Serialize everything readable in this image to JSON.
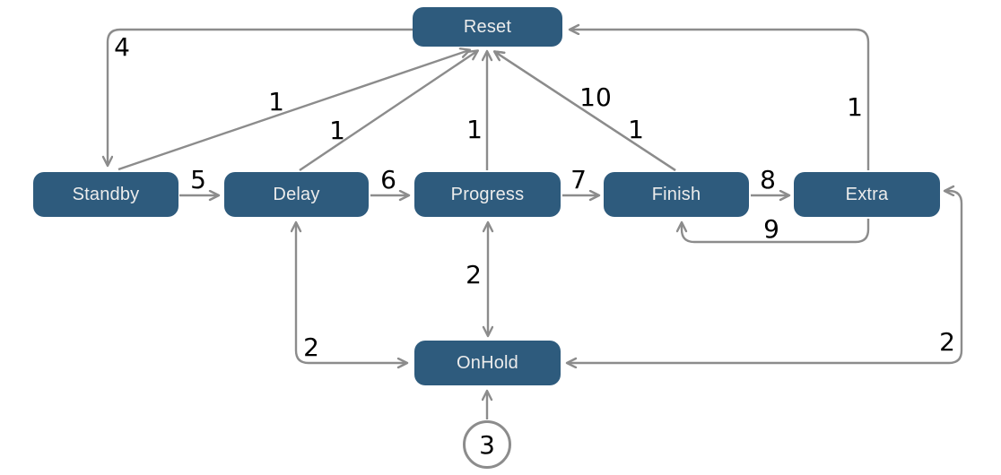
{
  "diagram": {
    "type": "state-machine",
    "background_color": "#ffffff",
    "node_fill_color": "#2e5b7d",
    "node_text_color": "#ececec",
    "edge_color": "#8c8c8c",
    "edge_label_color": "#000000",
    "nodes": [
      {
        "id": "reset",
        "label": "Reset"
      },
      {
        "id": "standby",
        "label": "Standby"
      },
      {
        "id": "delay",
        "label": "Delay"
      },
      {
        "id": "progress",
        "label": "Progress"
      },
      {
        "id": "finish",
        "label": "Finish"
      },
      {
        "id": "extra",
        "label": "Extra"
      },
      {
        "id": "onhold",
        "label": "OnHold"
      }
    ],
    "start_marker": {
      "label": "3",
      "to": "onhold"
    },
    "edges": [
      {
        "from": "reset",
        "to": "standby",
        "label": "4",
        "bidirectional": false
      },
      {
        "from": "standby",
        "to": "reset",
        "label": "1",
        "bidirectional": false
      },
      {
        "from": "standby",
        "to": "delay",
        "label": "5",
        "bidirectional": false
      },
      {
        "from": "delay",
        "to": "reset",
        "label": "1",
        "bidirectional": false
      },
      {
        "from": "delay",
        "to": "progress",
        "label": "6",
        "bidirectional": false
      },
      {
        "from": "progress",
        "to": "reset",
        "label": "1",
        "bidirectional": false
      },
      {
        "from": "progress",
        "to": "finish",
        "label": "7",
        "bidirectional": false
      },
      {
        "from": "finish",
        "to": "reset",
        "label": "10",
        "bidirectional": false
      },
      {
        "from": "finish",
        "to": "reset",
        "label": "1",
        "bidirectional": false
      },
      {
        "from": "finish",
        "to": "extra",
        "label": "8",
        "bidirectional": false
      },
      {
        "from": "extra",
        "to": "finish",
        "label": "9",
        "bidirectional": false
      },
      {
        "from": "extra",
        "to": "reset",
        "label": "1",
        "bidirectional": false
      },
      {
        "from": "delay",
        "to": "onhold",
        "label": "2",
        "bidirectional": true
      },
      {
        "from": "progress",
        "to": "onhold",
        "label": "2",
        "bidirectional": true
      },
      {
        "from": "extra",
        "to": "onhold",
        "label": "2",
        "bidirectional": true
      }
    ]
  }
}
